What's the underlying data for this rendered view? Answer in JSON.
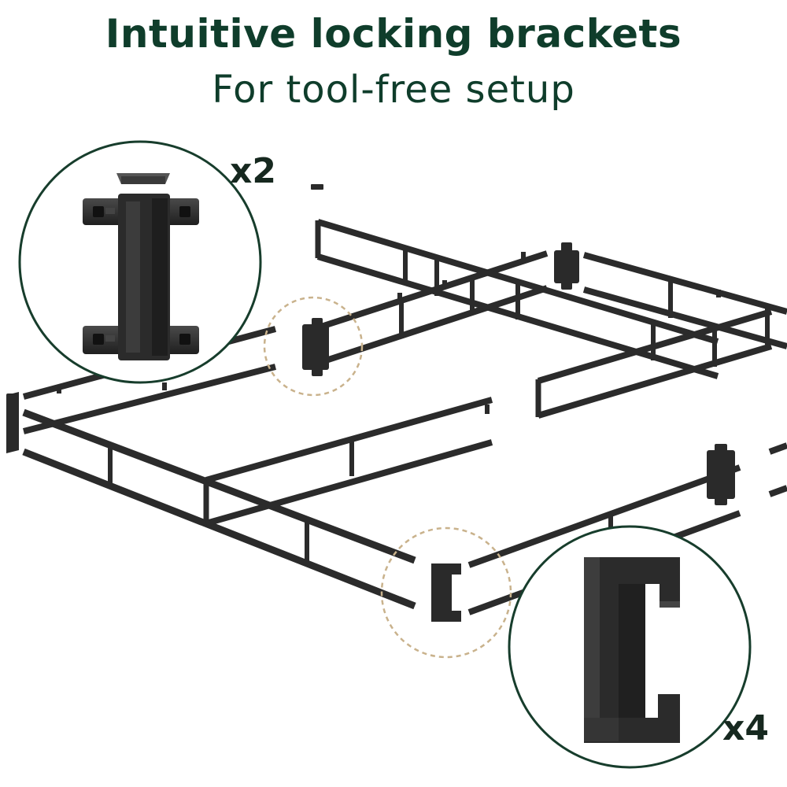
{
  "header": {
    "title": "Intuitive locking brackets",
    "subtitle": "For tool-free setup"
  },
  "callouts": {
    "center_bracket_qty": "x2",
    "corner_bracket_qty": "x4"
  },
  "colors": {
    "heading": "#0f3d2b",
    "callout_ring": "#173d2c",
    "dashed_ring": "#c9b28c",
    "metal": "#2b2b2b"
  },
  "icons": {
    "center_bracket": "center-bracket-icon",
    "corner_bracket": "corner-bracket-icon"
  }
}
